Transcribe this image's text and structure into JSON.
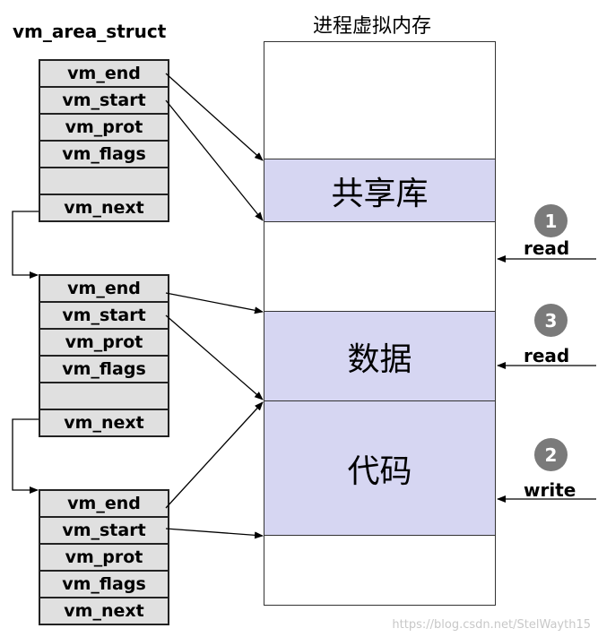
{
  "struct_title": "vm_area_struct",
  "memory_title": "进程虚拟内存",
  "struct1": [
    "vm_end",
    "vm_start",
    "vm_prot",
    "vm_flags",
    "",
    "vm_next"
  ],
  "struct2": [
    "vm_end",
    "vm_start",
    "vm_prot",
    "vm_flags",
    "",
    "vm_next"
  ],
  "struct3": [
    "vm_end",
    "vm_start",
    "vm_prot",
    "vm_flags",
    "vm_next"
  ],
  "segments": {
    "shared_lib": "共享库",
    "data": "数据",
    "code": "代码"
  },
  "accesses": [
    {
      "number": "1",
      "label": "read"
    },
    {
      "number": "3",
      "label": "read"
    },
    {
      "number": "2",
      "label": "write"
    }
  ],
  "watermark": "https://blog.csdn.net/StelWayth15"
}
